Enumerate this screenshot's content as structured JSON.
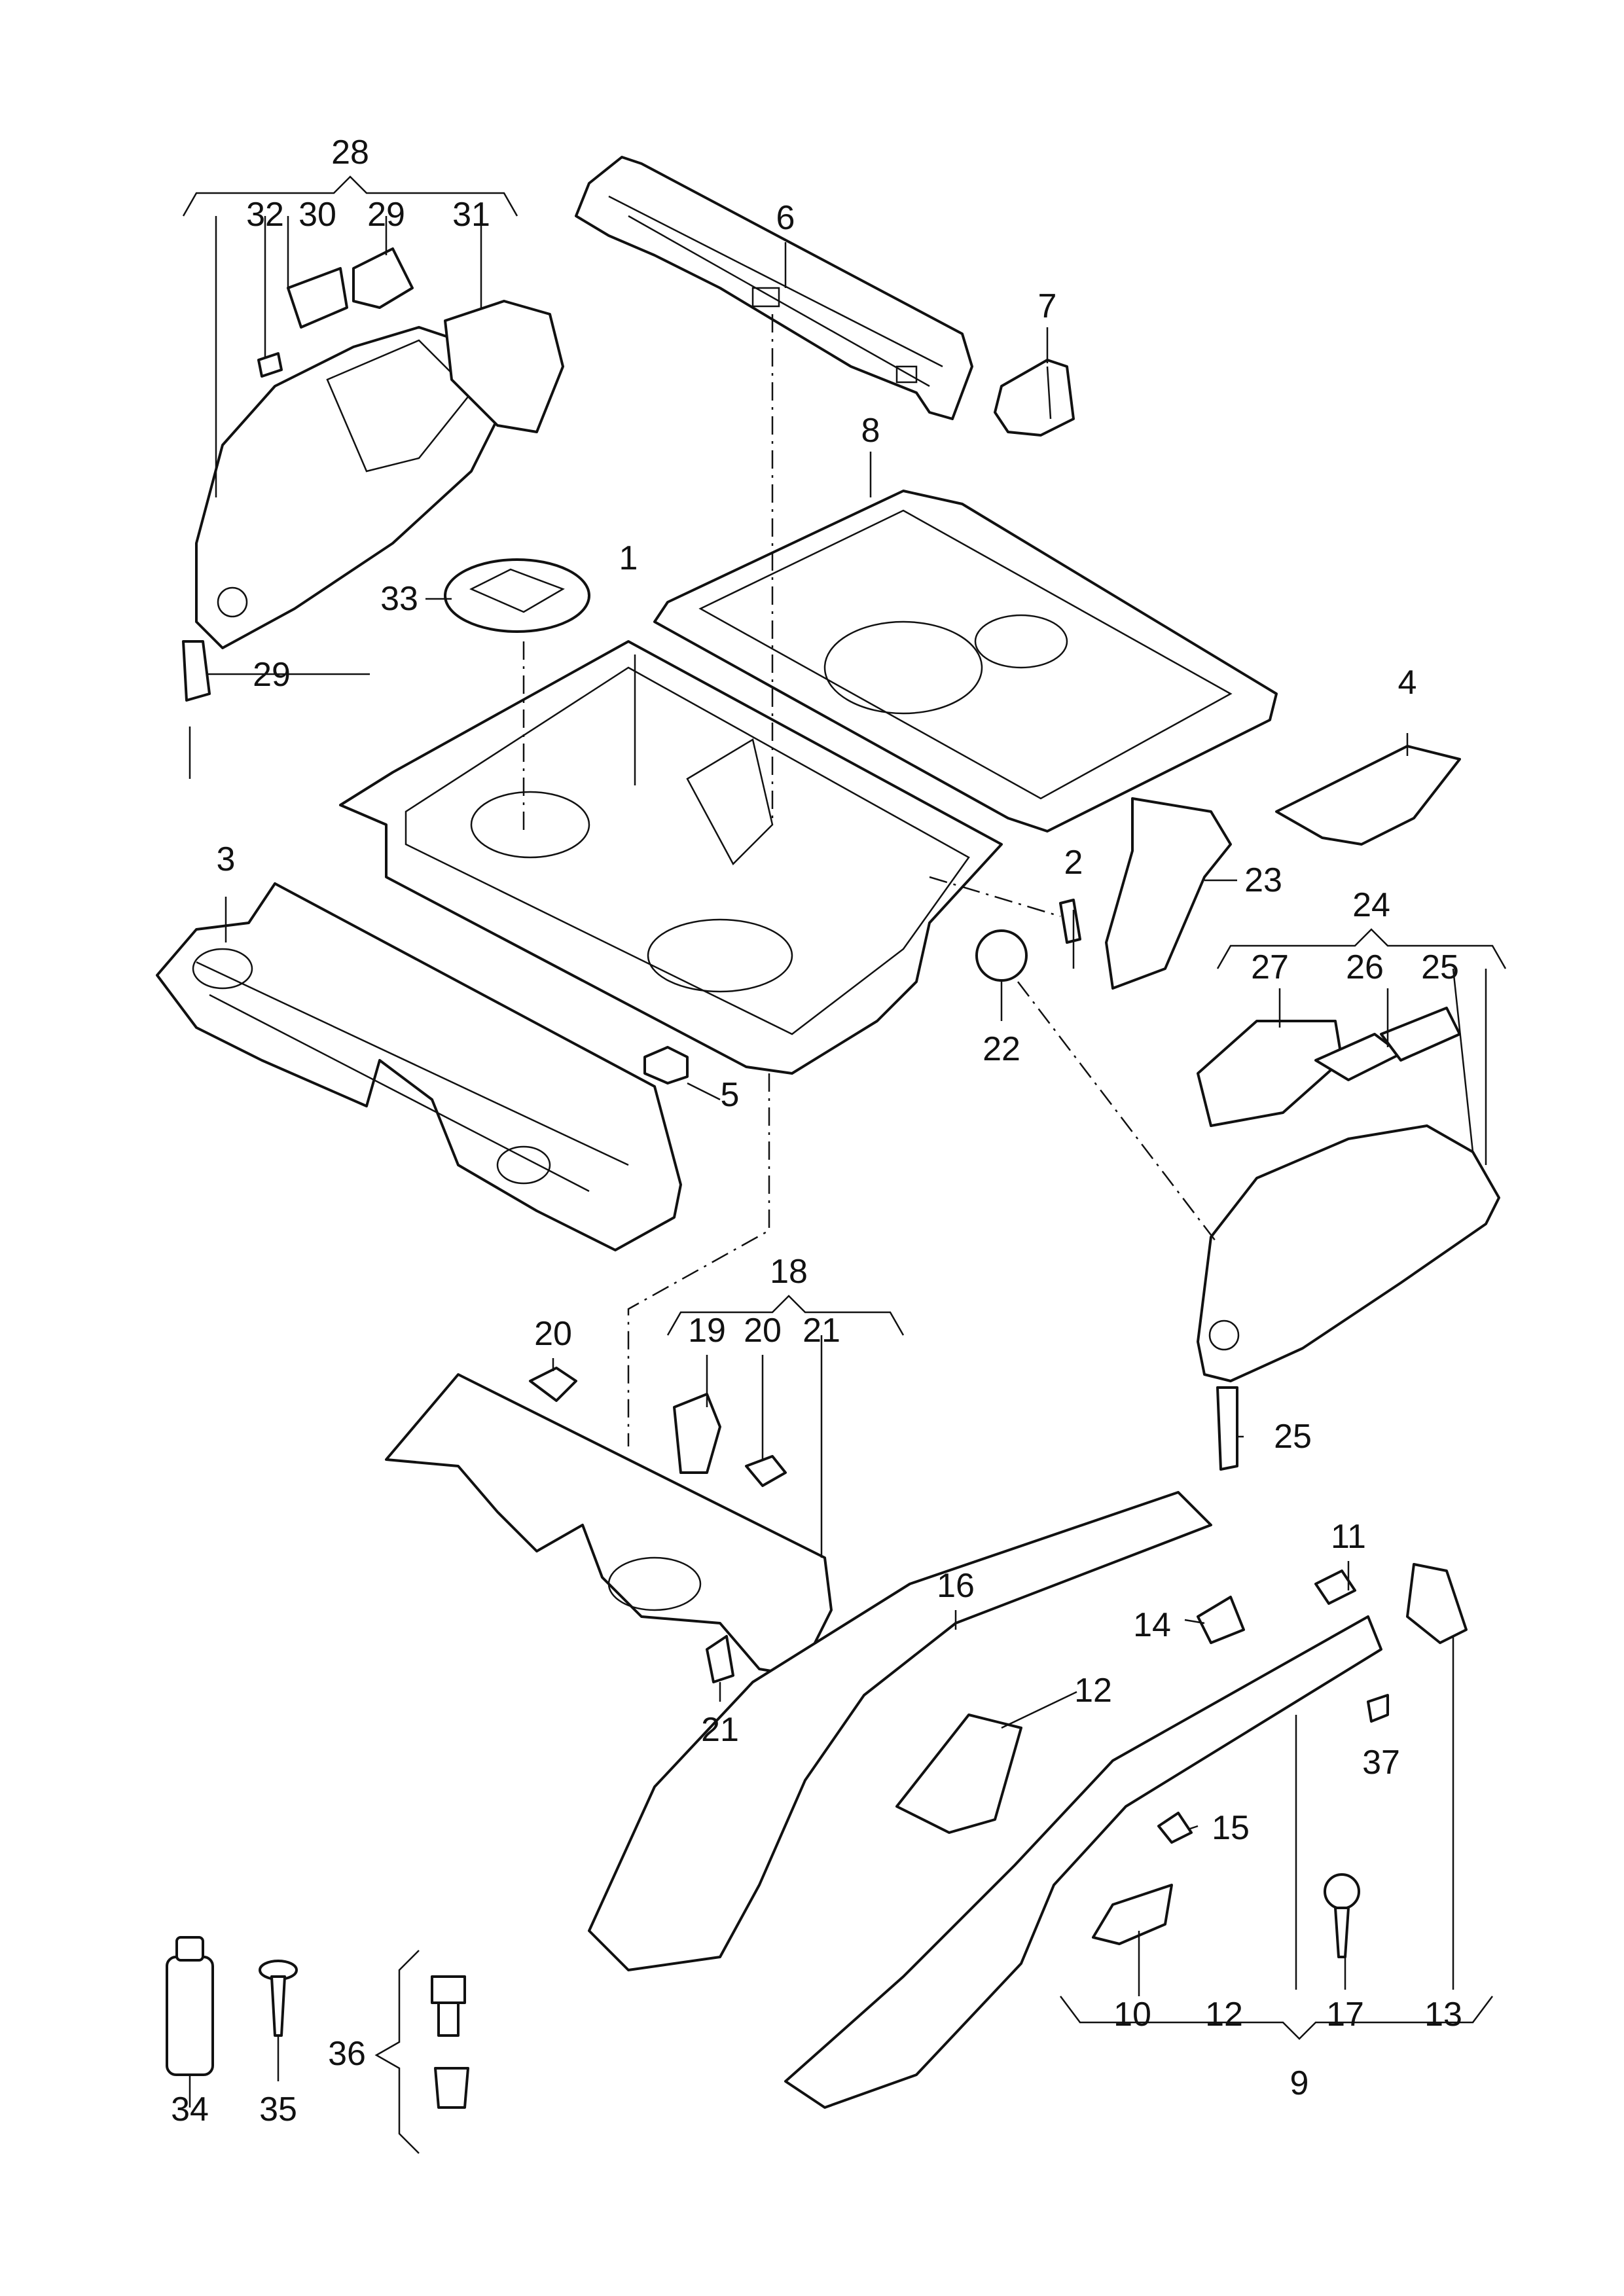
{
  "diagram": {
    "part_labels": {
      "p1": "1",
      "p2": "2",
      "p3": "3",
      "p4": "4",
      "p5": "5",
      "p6": "6",
      "p7": "7",
      "p8": "8",
      "p9": "9",
      "p10": "10",
      "p11": "11",
      "p12": "12",
      "p13": "13",
      "p14": "14",
      "p15": "15",
      "p16": "16",
      "p17": "17",
      "p18": "18",
      "p19": "19",
      "p20": "20",
      "p21": "21",
      "p22": "22",
      "p23": "23",
      "p24": "24",
      "p25": "25",
      "p26": "26",
      "p27": "27",
      "p28": "28",
      "p29": "29",
      "p30": "30",
      "p31": "31",
      "p32": "32",
      "p33": "33",
      "p34": "34",
      "p35": "35",
      "p36": "36",
      "p37": "37"
    },
    "colors": {
      "ink": "#111111",
      "paper": "#ffffff"
    }
  }
}
